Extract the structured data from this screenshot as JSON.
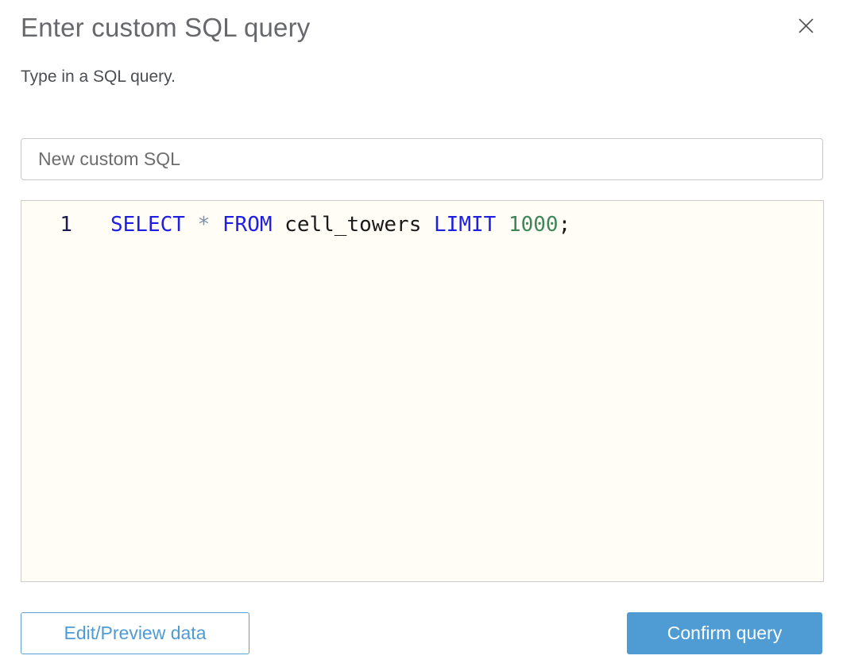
{
  "dialog": {
    "title": "Enter custom SQL query",
    "subtitle": "Type in a SQL query."
  },
  "name_input": {
    "value": "New custom SQL"
  },
  "editor": {
    "lines": [
      {
        "number": "1",
        "tokens": [
          {
            "type": "keyword",
            "text": "SELECT "
          },
          {
            "type": "operator",
            "text": "* "
          },
          {
            "type": "keyword",
            "text": "FROM "
          },
          {
            "type": "identifier",
            "text": "cell_towers "
          },
          {
            "type": "keyword",
            "text": "LIMIT "
          },
          {
            "type": "number",
            "text": "1000"
          },
          {
            "type": "plain",
            "text": ";"
          }
        ]
      }
    ]
  },
  "footer": {
    "edit_preview_label": "Edit/Preview data",
    "confirm_label": "Confirm query"
  },
  "colors": {
    "accent_blue": "#4f9cd4",
    "keyword_blue": "#1f1fe4",
    "operator_gray": "#8090a8",
    "number_green": "#3e8659",
    "line_number_navy": "#1c1c50",
    "editor_background": "#fffdf5",
    "title_gray": "#66686b",
    "border_gray": "#c8c8c8"
  }
}
